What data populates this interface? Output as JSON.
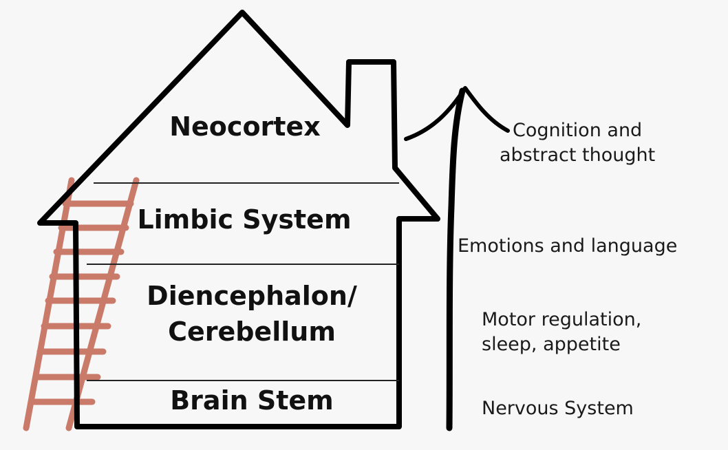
{
  "layers": [
    {
      "name": "Neocortex"
    },
    {
      "name": "Limbic System"
    },
    {
      "name": "Diencephalon/",
      "name_line2": "Cerebellum"
    },
    {
      "name": "Brain Stem"
    }
  ],
  "descriptions": [
    {
      "line1": "Cognition and",
      "line2": "abstract thought"
    },
    {
      "line1": "Emotions and language"
    },
    {
      "line1": "Motor regulation,",
      "line2": "sleep, appetite"
    },
    {
      "line1": "Nervous System"
    }
  ],
  "colors": {
    "outline": "#000000",
    "ladder": "#c97a68",
    "background": "#f7f7f7"
  }
}
